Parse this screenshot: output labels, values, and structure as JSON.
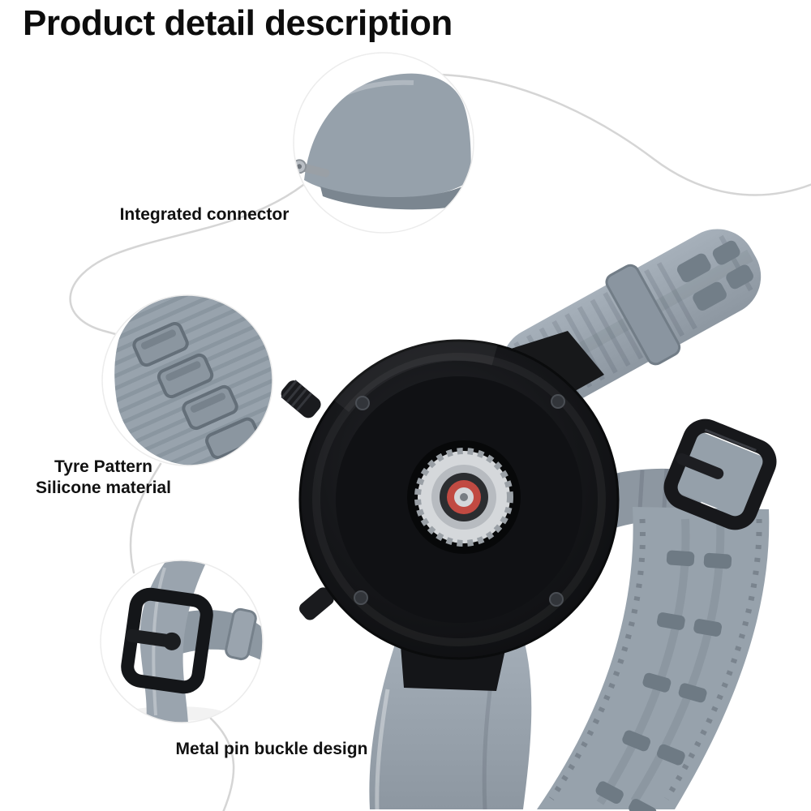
{
  "page": {
    "title": "Product detail description",
    "background": "#ffffff"
  },
  "callouts": {
    "connector": {
      "label": "Integrated connector"
    },
    "material": {
      "line1": "Tyre Pattern",
      "line2": "Silicone material"
    },
    "buckle": {
      "label": "Metal pin buckle design"
    }
  },
  "icons": {
    "watch": "smartwatch-back-icon",
    "strap": "silicone-strap-icon",
    "buckle": "metal-pin-buckle-icon"
  },
  "colors": {
    "strap_gray": "#9aa4ae",
    "strap_shadow": "#76828c",
    "watch_black": "#141417",
    "buckle_black": "#17181b",
    "sensor_red": "#c14a42",
    "swoosh_line": "#d5d5d5",
    "text": "#0d0d0d"
  }
}
